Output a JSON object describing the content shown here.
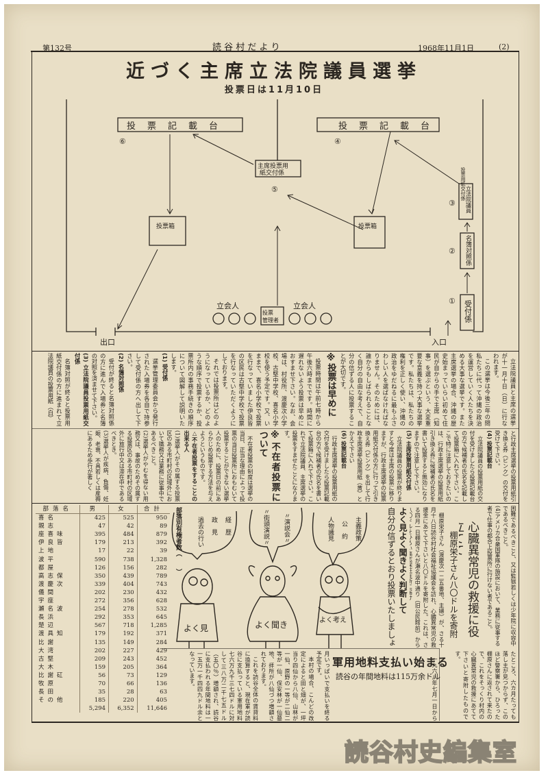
{
  "header": {
    "issue": "第132号",
    "paper_name": "読 谷 村 だ よ り",
    "date": "1968年11月1日",
    "page": "(2)"
  },
  "headline": {
    "title": "近づく主席立法院議員選挙",
    "subtitle": "投票日は11月10日"
  },
  "diagram": {
    "booth_label": [
      "投",
      "票",
      "記",
      "載",
      "台"
    ],
    "num_6": "⑥",
    "num_4": "④",
    "num_5": "⑤",
    "num_3": "③",
    "num_2": "②",
    "num_1": "①",
    "chief_ballot_desk": [
      "主席投票用",
      "紙交付係"
    ],
    "ballot_box": "投票箱",
    "legislator_ballot_desk": [
      "立法院議員",
      "投票用紙交付係"
    ],
    "register_check": "名簿対照係",
    "reception": "受付係",
    "witness": "立会人",
    "manager": [
      "投票",
      "管理者"
    ],
    "exit": "出口",
    "entrance": "入口"
  },
  "band1": [
    "立法院議員と主席の選挙が十一月十日（日）に行なわれます。",
    "この選挙は今後三年の間私たちに代って沖縄の政治を運営していく人たちを決める大事な選挙です。また主席選挙の場合、沖縄の歴史始まっていらい初めて住民が自からの手で主席（知事）を選ぶという、大変重要な意義を持つ大事な選挙です。私たちは、私たちの権利を正しく使い、沖縄の政治をゆだねるに最もふさわしい人を選ばなければなりません。そのためには、誰からもしばられることなく自分の自由な考えで、自分の信ずる人に投票することが大切です。",
    "※投票は早めに",
    "投票時間は午前七時から午後六時までです。時間に遅れないよう投票は早めにおすませ下さい。なお、会場は、村役所、渡慶次小学校、古堅中学校、喜名小学校を使う予定です。又、いままで、喜名小学校で投票を行なっていました伊良皆の区民は古堅中学校で投票を行なっていただくようにしております。",
    "それでは投票所はどのようになっているか、どのような順序で投票するか、投票所内の事務手続きの順序について図解して説明いたします。",
    "(1) 受付係",
    "選挙管理委員会から発行された入場券を各自で持参して受付係の方へ出して下さい。",
    "(2) 名簿対照係",
    "受付が終ると名簿対照係の方に進んで入場券と名簿の対照を済ませて下さい。",
    "(3) 立法院議員投票用紙交付係",
    "名簿対照が終ると投票用紙交付係の方に進まれて立法院議員の投票用紙（白）"
  ],
  "band2": [
    "と行政主席選挙の投票用紙引き換え券（ピンク）の交付を受けて下さい。",
    "(4) 投票記載台",
    "立法院議員の投票用紙の交付を受けましたら投票記載台の方で候補者の氏名を記載して投票箱に入れて下さい。ここで特に注意しておきたいのは、行政主席選挙の投票用紙引き換え券に候補者の氏名を書いて投票すると無効になりますので注意して下さい。",
    "(5) 主席投票用紙交付係",
    "立法院議員の投票が終りますと今度は主席の投票に移りますが、行政主席選挙の投票用紙交付係の方に行って引き換え券（ピンク）を出して行政主席選挙投票用紙（黄）とかえて下さい",
    "(6) 投票記載台",
    "行政主席選挙の投票用紙の交付を受けましたら投票記載台の方で候補者の氏名を書いて投票箱に入れて下さい。これで立法院議員、主席選挙の投票をすませたことになります。",
    "※不在者投票について",
    "不在者投票の制度は選挙の当日、正当な理由によって投票の当日投票所におもむいて投票することができない選挙人のために、投票日の前にあらかじめ投票する方法を与えようというものです。",
    "△不在者投票をすることの出来る人",
    "(1)選挙人がその属する投票区のある市町村の区域外において職務又は業務に従事中であるべきこと。",
    "(2)選挙人がやむを得ない用務又は、事故のためその属する投票区のある市町村の区域外に旅行中又は滞在中であるべきとき。",
    "(3)選挙人が疾病、負傷、妊娠、老衰、不具若しくは産褥にあるため歩行が著しく"
  ],
  "band3_right": [
    "困難であるべきこと、又は監獄若しくは少年院に収容中であるべきこと。",
    "(4)アメリカ合衆国軍隊の施設において、業務に従事する者で仕事の都合上投票所に行けない者であること。"
  ],
  "voter_table": {
    "caption": "部落別有権者数（　　）",
    "headers": [
      "部落名",
      "男",
      "女",
      "合計"
    ],
    "rows": [
      [
        "喜名",
        "425",
        "525",
        "950"
      ],
      [
        "親志",
        "47",
        "42",
        "89"
      ],
      [
        "座喜味",
        "395",
        "484",
        "879"
      ],
      [
        "伊良皆",
        "179",
        "213",
        "392"
      ],
      [
        "上地",
        "17",
        "22",
        "39"
      ],
      [
        "波平",
        "590",
        "738",
        "1,328"
      ],
      [
        "都屋",
        "126",
        "156",
        "282"
      ],
      [
        "高志保",
        "350",
        "439",
        "789"
      ],
      [
        "渡慶次",
        "339",
        "404",
        "743"
      ],
      [
        "儀間",
        "202",
        "230",
        "432"
      ],
      [
        "宇座",
        "272",
        "356",
        "628"
      ],
      [
        "瀬名波",
        "254",
        "278",
        "532"
      ],
      [
        "長浜",
        "292",
        "353",
        "645"
      ],
      [
        "楚辺",
        "567",
        "718",
        "1,285"
      ],
      [
        "渡具知",
        "179",
        "192",
        "371"
      ],
      [
        "比謝",
        "135",
        "149",
        "284"
      ],
      [
        "大湾",
        "202",
        "227",
        "429"
      ],
      [
        "古堅",
        "209",
        "243",
        "452"
      ],
      [
        "大木",
        "159",
        "205",
        "364"
      ],
      [
        "比謝矼",
        "56",
        "73",
        "129"
      ],
      [
        "牧原",
        "70",
        "66",
        "136"
      ],
      [
        "長田",
        "35",
        "28",
        "63"
      ],
      [
        "その他",
        "185",
        "220",
        "405"
      ]
    ],
    "total": [
      "",
      "5,294",
      "6,352",
      "11,646"
    ]
  },
  "cartoon": {
    "bubble_left": [
      "経　歴",
      "政　見",
      "過去の行い"
    ],
    "bubble_middle": [
      "〃演説会〃",
      "〃街頭演説〃"
    ],
    "bubble_right": [
      "主義政策",
      "公　約",
      "人物識見"
    ],
    "label_left": "よく見",
    "label_middle": "よく聞き",
    "label_right": "よく考え"
  },
  "slogan": [
    "よく見よく聞きよく判断して",
    "自分の信ずるとおり投票いたしましょう"
  ],
  "donation_article": {
    "title": "心臓異常児の救援に役立てて",
    "subtitle": "棚原栄子さん八〇ドルを寄附",
    "body": "棚原栄子さん（渡慶次一二五番地、主婦）が、さる十月十八日読谷村社会福祉協議会を訪れ、心臓異常児の救援金にあてて下さいと八〇ドルを寄附した。これは、さる四月一日棚原さんが瀬名波中通り（旧公民館前）から八〇ドルをひろい高志保駐在所に届け",
    "body_cont": "たところ、六カ月たっても落し主が見つからず、このほど警察署から、ひろった棚原さんに返されて来たので、これをそっくり村内の心臓異常児の救援にあてて下さいと寄附したものです。"
  },
  "land_article": {
    "title": "軍用地料支払い始まる",
    "subtitle": "読谷の年間地料は115万余ドル",
    "body_right": "一九六八年七月一日から一九七三年六月三十日まで向う五ケ年間の軍用地料の改定が行なわれ、それにもとづく軍用地料の支払いがさる九月一八日喜名、親志、座喜味を皮切りに支払いが始まり、十一",
    "body_left": [
      "月いっぱいで支払いを終る予定です。",
      "本村の場合、こんどの改定によると田と畑が、一坪当り四仙から八仙、山林が一仙、原野の一等が二仙二等が一仙、保安林が一仙墓地、拝所が八仙づつ増額されております。",
      "これを読谷全体の賃貸料に換算すると、現在軍が読谷に支払っている軍用地料七六万九千三七四ドルに対して三八万二千七五ドル（五〇％）増額され、読谷に支払われる年間地料は一一五万一千四四九ドル余となっています。"
    ]
  },
  "watermark": "読谷村史編集室",
  "colors": {
    "paper": "#e9dfc6",
    "ink": "#2b2620"
  }
}
